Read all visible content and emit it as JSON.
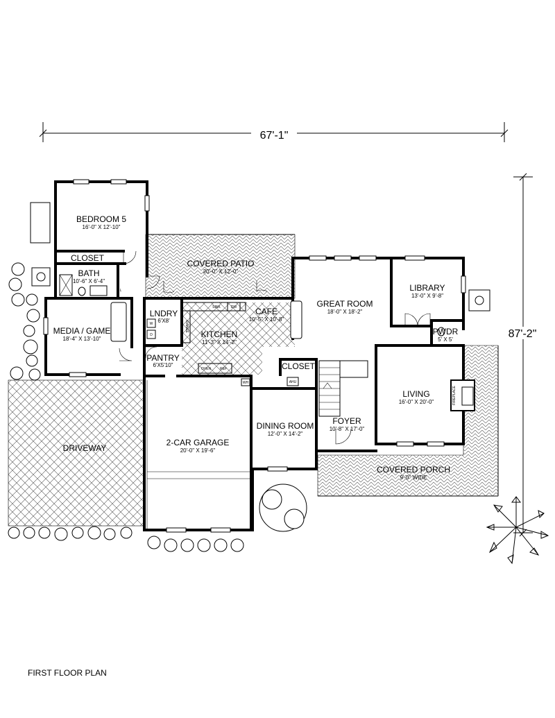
{
  "overall_width": "67'-1\"",
  "overall_depth": "87'-2\"",
  "caption": "FIRST FLOOR PLAN",
  "rooms": {
    "bedroom5": {
      "name": "BEDROOM 5",
      "dim": "16'-0\" X 12'-10\""
    },
    "closet_upper": {
      "name": "CLOSET"
    },
    "bath": {
      "name": "BATH",
      "dim": "10'-6\" X 6'-4\""
    },
    "media": {
      "name": "MEDIA / GAME",
      "dim": "18'-4\" X 13'-10\""
    },
    "patio": {
      "name": "COVERED PATIO",
      "dim": "20'-0\" X 12'-0\""
    },
    "laundry": {
      "name": "LNDRY",
      "dim": "6'X8'"
    },
    "pantry": {
      "name": "PANTRY",
      "dim": "6'X5'10\""
    },
    "kitchen": {
      "name": "KITCHEN",
      "dim": "11'-3\" X 14'-2\""
    },
    "cafe": {
      "name": "CAFE",
      "dim": "10'-5\" X 10'-8\""
    },
    "great_room": {
      "name": "GREAT ROOM",
      "dim": "18'-0\" X 18'-2\""
    },
    "library": {
      "name": "LIBRARY",
      "dim": "13'-0\" X 9'-8\""
    },
    "powder": {
      "name": "PWDR",
      "dim": "5' X 5'"
    },
    "closet_foyer": {
      "name": "CLOSET"
    },
    "living": {
      "name": "LIVING",
      "dim": "16'-0\" X 20'-0\""
    },
    "dining": {
      "name": "DINING ROOM",
      "dim": "12'-0\" X 14'-2\""
    },
    "foyer": {
      "name": "FOYER",
      "dim": "10'-8\" X 17'-0\""
    },
    "garage": {
      "name": "2-CAR GARAGE",
      "dim": "20'-0\" X 19'-6\""
    },
    "driveway": {
      "name": "DRIVEWAY"
    },
    "porch": {
      "name": "COVERED PORCH",
      "dim": "9'-0\" WIDE"
    }
  },
  "fixtures": {
    "sink": "SINK",
    "dishwasher": "DW",
    "range": "RANGE",
    "oven": "OVEN",
    "refrigerator": "REF",
    "water_heater": "WH",
    "ahu": "AHU",
    "fireplace": "FIREPLACE",
    "washer": "W",
    "dryer": "D",
    "linen": "L"
  },
  "colors": {
    "wall": "#000000",
    "hatch": "#555555",
    "background": "#ffffff"
  }
}
